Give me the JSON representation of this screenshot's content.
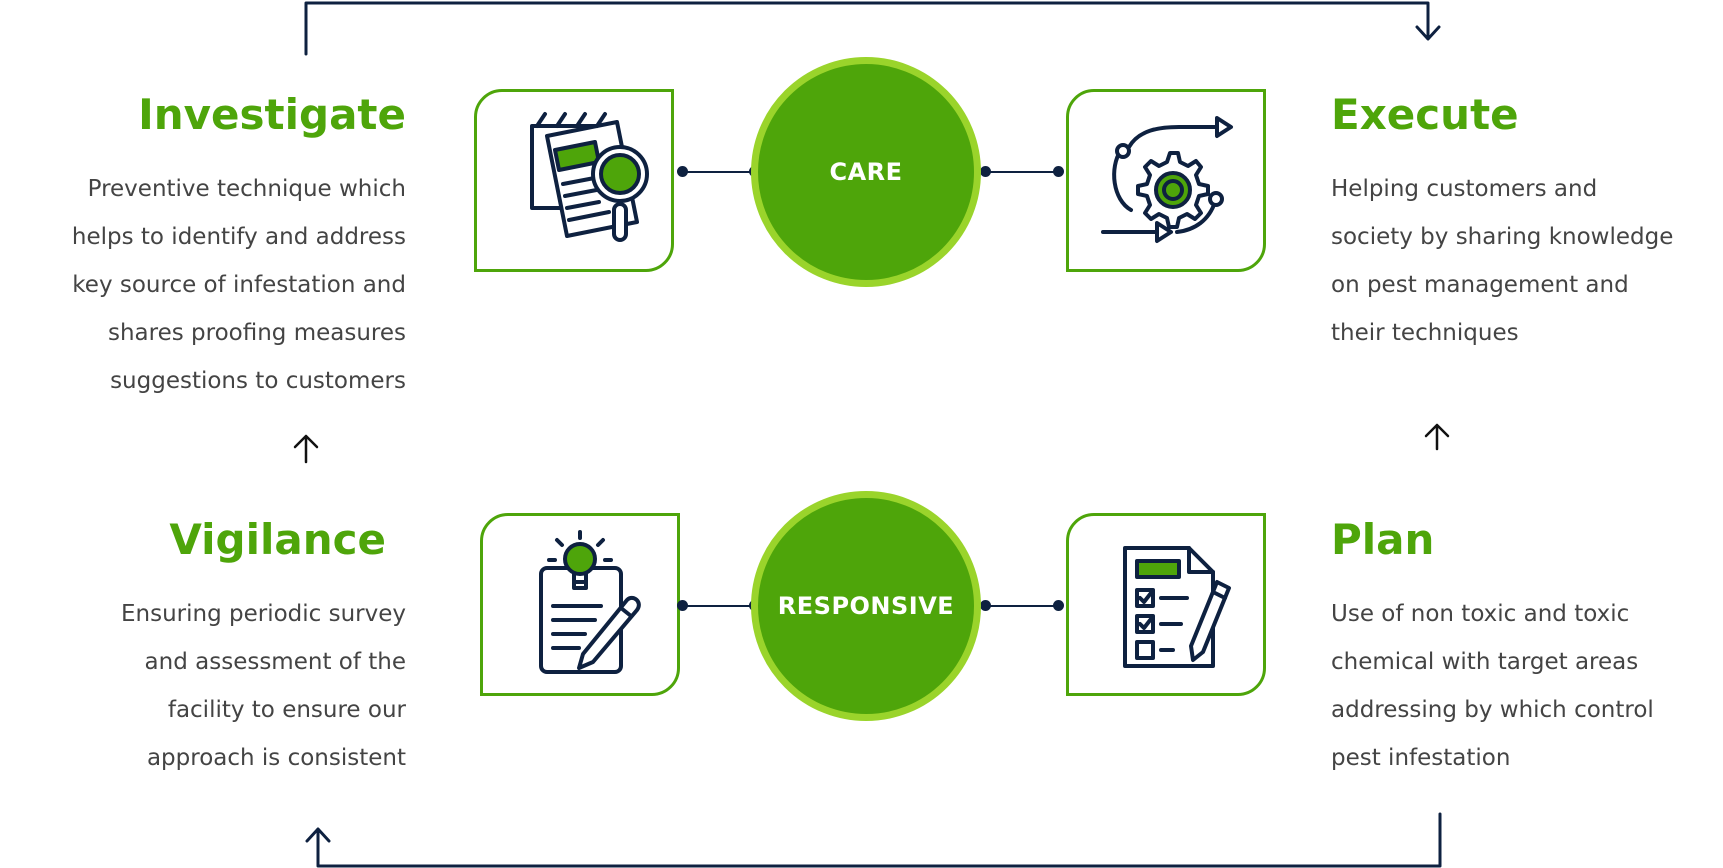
{
  "colors": {
    "green": "#4ea50a",
    "light_green": "#9ad42b",
    "navy": "#0e2140",
    "text": "#444444"
  },
  "circles": {
    "top": "CARE",
    "bottom": "RESPONSIVE"
  },
  "steps": {
    "investigate": {
      "title": "Investigate",
      "lines": [
        "Preventive technique which",
        "helps to identify and address",
        "key source of infestation and",
        "shares proofing measures",
        "suggestions to customers"
      ],
      "icon": "document-magnifier-icon"
    },
    "execute": {
      "title": "Execute",
      "lines": [
        "Helping customers and",
        "society by sharing knowledge",
        "on pest management and",
        "their techniques"
      ],
      "icon": "gear-cycle-icon"
    },
    "vigilance": {
      "title": "Vigilance",
      "lines": [
        "Ensuring periodic survey",
        "and assessment of the",
        "facility to ensure our",
        "approach is consistent"
      ],
      "icon": "idea-notepad-icon"
    },
    "plan": {
      "title": "Plan",
      "lines": [
        "Use of non toxic and toxic",
        "chemical with target areas",
        "addressing by which control",
        "pest infestation"
      ],
      "icon": "checklist-pencil-icon"
    }
  }
}
